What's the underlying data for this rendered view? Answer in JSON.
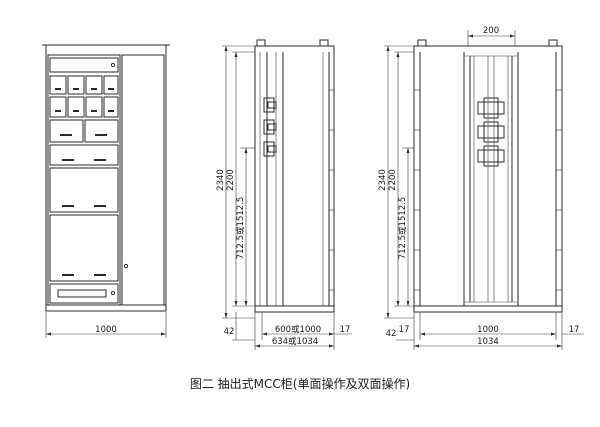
{
  "caption": "图二 抽出式MCC柜(单面操作及双面操作)",
  "front_view": {
    "width_label": "1000"
  },
  "side_view": {
    "height_total": "2340",
    "height_inner": "2200",
    "height_section": "712.5或1512.5",
    "base_height": "42",
    "depth_label_1": "600或1000",
    "depth_label_2": "634或1034",
    "offset_label": "17"
  },
  "double_view": {
    "top_width": "200",
    "height_total": "2340",
    "height_inner": "2200",
    "height_section": "712.5或1512.5",
    "base_height": "42",
    "left_offset": "17",
    "width_label_1": "1000",
    "width_label_2": "1034",
    "right_offset": "17"
  }
}
